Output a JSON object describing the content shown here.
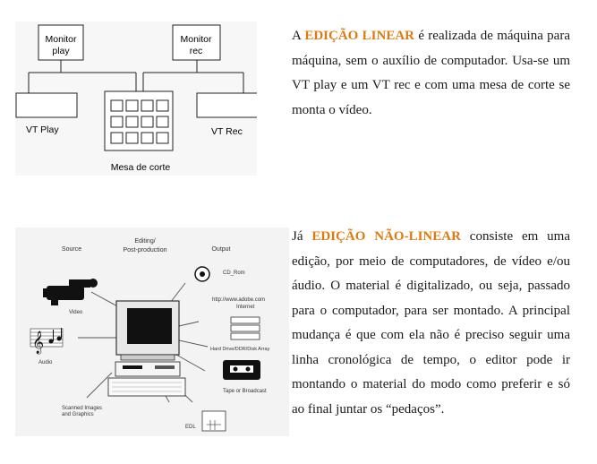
{
  "linear_diagram": {
    "monitor_play": [
      "Monitor",
      "play"
    ],
    "monitor_rec": [
      "Monitor",
      "rec"
    ],
    "vt_play": "VT Play",
    "vt_rec": "VT Rec",
    "mesa": "Mesa de corte"
  },
  "linear_text": {
    "prefix": "A ",
    "highlight": "EDIÇÃO LINEAR",
    "rest": " é realizada de máquina para máquina, sem o auxílio de computador. Usa-se um VT play e um VT rec e com uma mesa de corte se monta o vídeo."
  },
  "nonlinear_diagram": {
    "source": "Source",
    "editing": [
      "Editing/",
      "Post-production"
    ],
    "output": "Output",
    "video": "Video",
    "audio": "Audio",
    "scanned": [
      "Scanned Images",
      "and Graphics"
    ],
    "cd_rom": "CD_Rom",
    "internet": [
      "http://www.adobe.com",
      "Internet"
    ],
    "harddrive": "Hard Drive/DDR/Disk Array",
    "tape": "Tape or Broadcast",
    "edl": "EDL"
  },
  "nonlinear_text": {
    "prefix": "Já ",
    "highlight": "EDIÇÃO NÃO-LINEAR",
    "rest": " consiste em uma edição, por meio de computadores, de vídeo e/ou áudio. O material é digitalizado, ou seja, passado para o computador, para ser montado. A principal mudança é que com ela não é preciso seguir uma linha cronológica de tempo, o editor pode ir montando o material do modo como preferir e só ao final juntar os “pedaços”."
  },
  "colors": {
    "highlight": "#e07a10"
  }
}
